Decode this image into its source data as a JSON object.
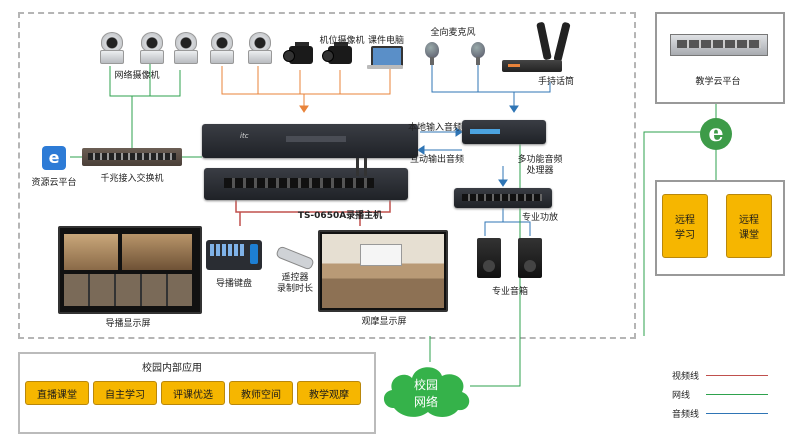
{
  "colors": {
    "video": "#e8833a",
    "video_legend": "#c0504d",
    "network": "#2ea24d",
    "audio": "#2f75b5",
    "app_button": "#f6b600",
    "cloud": "#35b24a",
    "ie_icon": "#3d9b48",
    "resource_icon": "#2d7bd6"
  },
  "labels": {
    "network_cameras": "网络摄像机",
    "camcorders": "机位摄像机",
    "lesson_pc": "课件电脑",
    "omni_mic": "全向麦克风",
    "handheld_mic": "手持话筒",
    "resource_cloud": "资源云平台",
    "gigabit_switch": "千兆接入交换机",
    "local_audio_in": "本地输入音频",
    "interactive_audio_out": "互动输出音频",
    "audio_processor_1": "多功能音频",
    "audio_processor_2": "处理器",
    "recorder_host": "TS-0650A录播主机",
    "pro_amplifier": "专业功放",
    "pro_speaker": "专业音箱",
    "director_keyboard": "导播键盘",
    "remote_1": "遥控器",
    "remote_2": "录制时长",
    "director_screen": "导播显示屏",
    "observe_screen": "观摩显示屏",
    "cloud_platform": "教学云平台",
    "campus_network_1": "校园",
    "campus_network_2": "网络",
    "device_brand": "itc"
  },
  "remote": {
    "study_1": "远程",
    "study_2": "学习",
    "class_1": "远程",
    "class_2": "课堂"
  },
  "campus": {
    "title": "校园内部应用",
    "apps": [
      "直播课堂",
      "自主学习",
      "评课优选",
      "教师空间",
      "教学观摩"
    ]
  },
  "legend": [
    {
      "label": "视频线",
      "color": "#c0504d"
    },
    {
      "label": "网线",
      "color": "#2ea24d"
    },
    {
      "label": "音频线",
      "color": "#2f75b5"
    }
  ],
  "icons": {
    "ie": "internet-explorer-icon",
    "resource": "resource-cloud-e-icon"
  }
}
